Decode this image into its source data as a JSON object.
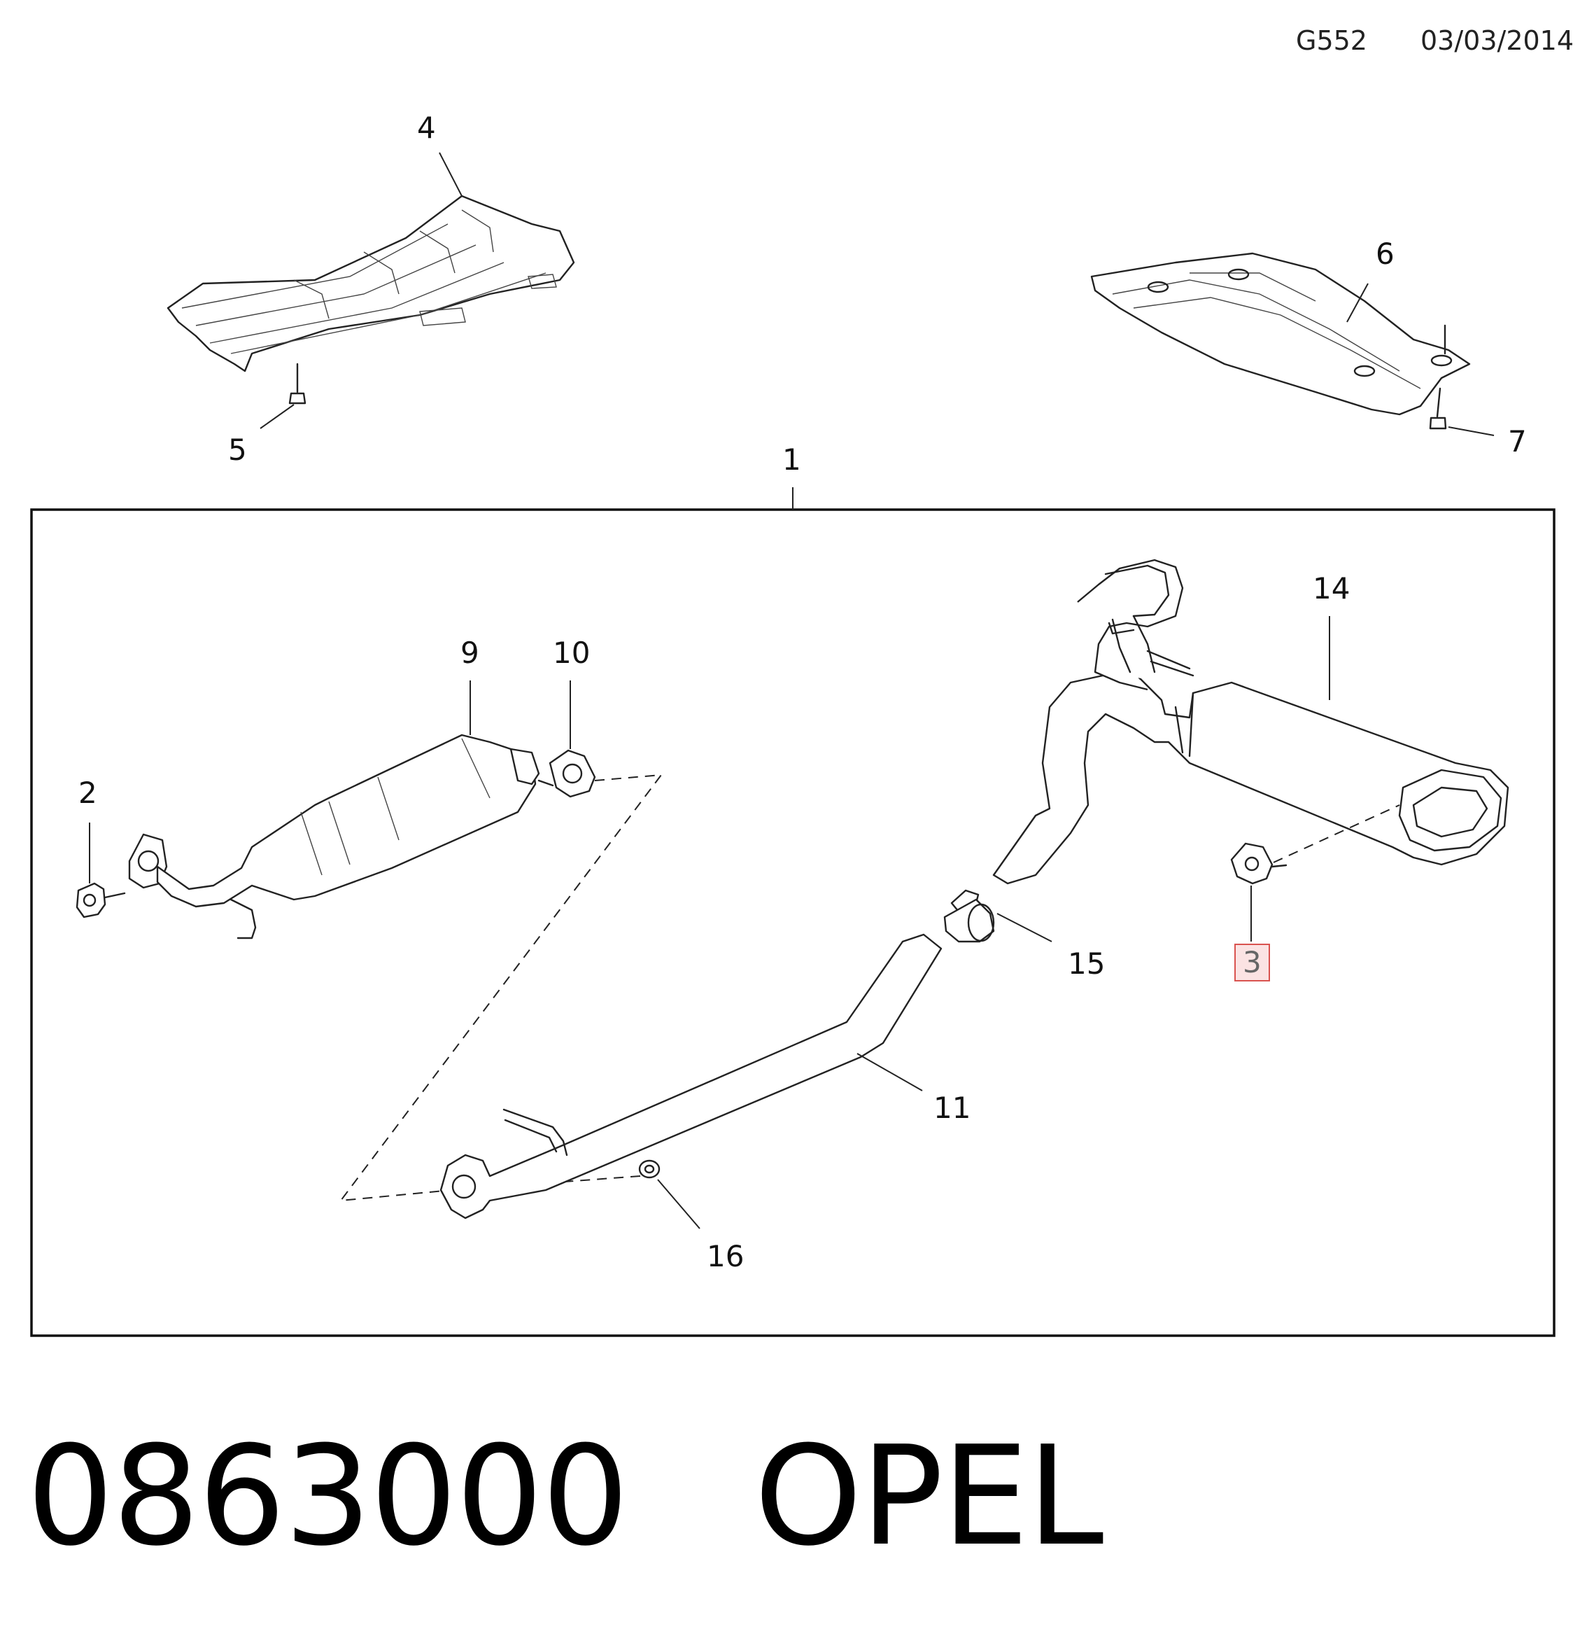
{
  "header": {
    "code": "G552",
    "date": "03/03/2014"
  },
  "callouts": [
    {
      "id": "c1",
      "label": "1"
    },
    {
      "id": "c2",
      "label": "2"
    },
    {
      "id": "c3",
      "label": "3",
      "highlighted": true
    },
    {
      "id": "c4",
      "label": "4"
    },
    {
      "id": "c5",
      "label": "5"
    },
    {
      "id": "c6",
      "label": "6"
    },
    {
      "id": "c7",
      "label": "7"
    },
    {
      "id": "c9",
      "label": "9"
    },
    {
      "id": "c10",
      "label": "10"
    },
    {
      "id": "c11",
      "label": "11"
    },
    {
      "id": "c14",
      "label": "14"
    },
    {
      "id": "c15",
      "label": "15"
    },
    {
      "id": "c16",
      "label": "16"
    }
  ],
  "footer": {
    "part_number": "0863000",
    "brand": "OPEL"
  },
  "colors": {
    "highlight_border": "#d9534f",
    "highlight_fill": "#fbe3e3",
    "line": "#222222"
  }
}
